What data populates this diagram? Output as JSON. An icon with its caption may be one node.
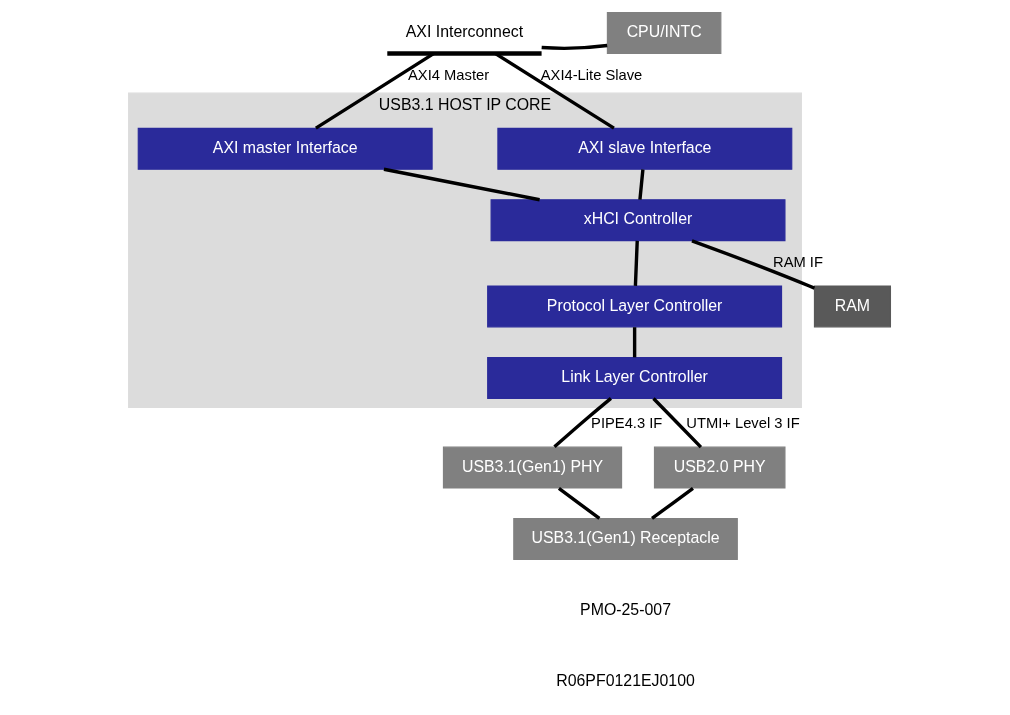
{
  "diagram": {
    "nodes": [
      {
        "text": [
          "AXI Interconnect"
        ]
      },
      {
        "text": [
          "CPU/INTC"
        ]
      },
      {
        "text": [
          "USB3.1 HOST IP CORE"
        ]
      },
      {
        "text": [
          "AXI master Interface"
        ],
        "in": 2
      },
      {
        "text": [
          "AXI slave Interface"
        ],
        "in": 2
      },
      {
        "text": [
          "xHCI Controller"
        ],
        "in": 2
      },
      {
        "text": [
          "Protocol Layer Controller"
        ],
        "in": 2
      },
      {
        "text": [
          "Link Layer Controller"
        ],
        "in": 2
      },
      {
        "text": [
          "RAM"
        ]
      },
      {
        "text": [
          "USB3.1(Gen1) PHY"
        ]
      },
      {
        "text": [
          "USB2.0 PHY"
        ]
      },
      {
        "text": [
          "USB3.1(Gen1) Receptacle"
        ]
      }
    ],
    "edges": [
      {
        "from": 0,
        "to": 1,
        "arrow": "none"
      },
      {
        "from": 0,
        "to": 3,
        "arrow": "none",
        "label": "AXI4 Master"
      },
      {
        "from": 0,
        "to": 4,
        "arrow": "none",
        "label": "AXI4-Lite Slave"
      },
      {
        "from": 3,
        "to": 5,
        "arrow": "none"
      },
      {
        "from": 4,
        "to": 5,
        "arrow": "none"
      },
      {
        "from": 5,
        "to": 8,
        "arrow": "none",
        "label": "RAM IF"
      },
      {
        "from": 5,
        "to": 6,
        "arrow": "none"
      },
      {
        "from": 6,
        "to": 7,
        "arrow": "none"
      },
      {
        "from": 7,
        "to": 9,
        "arrow": "none",
        "label": "PIPE4.3 IF"
      },
      {
        "from": 7,
        "to": 10,
        "arrow": "none",
        "label": "UTMI+ Level 3 IF"
      },
      {
        "from": 9,
        "to": 11,
        "arrow": "none"
      },
      {
        "from": 10,
        "to": 11,
        "arrow": "none"
      }
    ],
    "labels": [
      "PMO-25-007",
      "R06PF0121EJ0100"
    ]
  }
}
